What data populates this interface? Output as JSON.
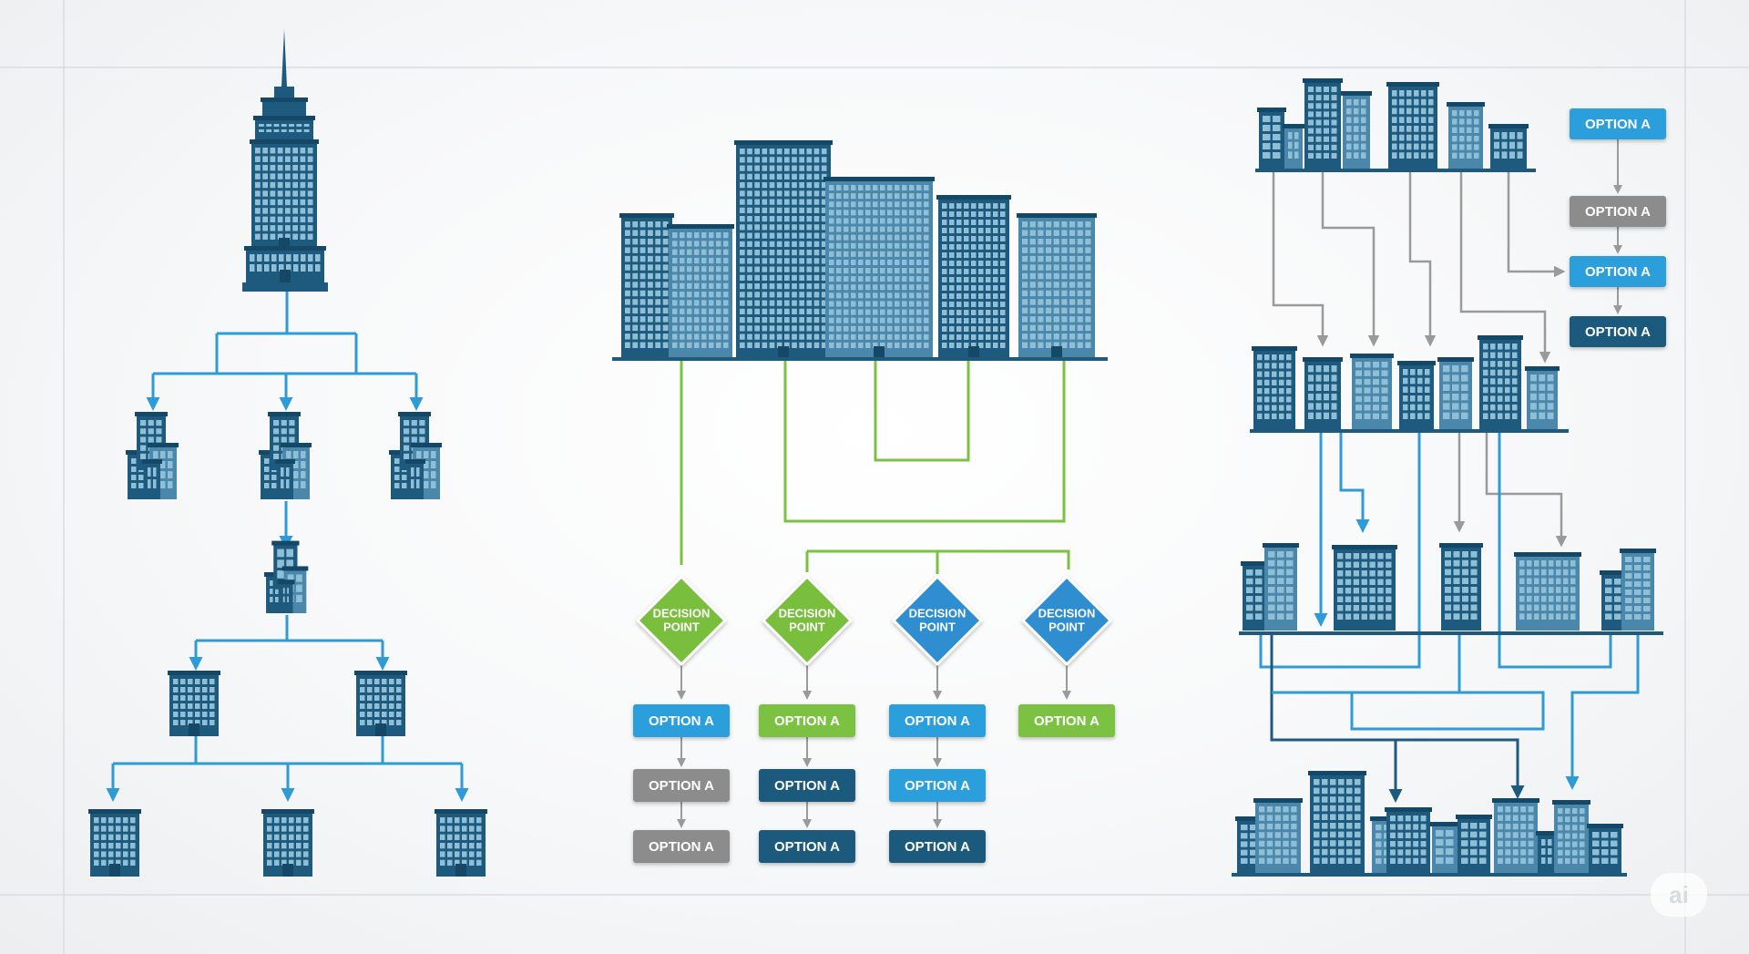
{
  "colors": {
    "navy": "#1d5a7e",
    "navy_dark": "#154766",
    "building_light": "#4b87aa",
    "window": "#8fbfd6",
    "blue_line": "#2f9bd6",
    "green_line": "#7cc242",
    "grey_line": "#9a9a9a",
    "option_blue": "#2b9fdc",
    "option_grey": "#8c8c8c",
    "option_green": "#7cc242",
    "option_navy": "#1b5a7d",
    "decision_green": "#79bf3d",
    "decision_blue": "#2f8ecf"
  },
  "icons": {
    "buildings": "office-building-icon",
    "skyscraper": "skyscraper-icon"
  },
  "center": {
    "decisions": [
      {
        "label": [
          "DECISION",
          "POINT"
        ],
        "color": "decision_green"
      },
      {
        "label": [
          "DECISION",
          "POINT"
        ],
        "color": "decision_green"
      },
      {
        "label": [
          "DECISION",
          "POINT"
        ],
        "color": "decision_blue"
      },
      {
        "label": [
          "DECISION",
          "POINT"
        ],
        "color": "decision_blue"
      }
    ],
    "option_columns": [
      [
        {
          "label": "OPTION A",
          "color": "option_blue"
        },
        {
          "label": "OPTION A",
          "color": "option_grey"
        },
        {
          "label": "OPTION A",
          "color": "option_grey"
        }
      ],
      [
        {
          "label": "OPTION A",
          "color": "option_green"
        },
        {
          "label": "OPTION A",
          "color": "option_navy"
        },
        {
          "label": "OPTION A",
          "color": "option_navy"
        }
      ],
      [
        {
          "label": "OPTION A",
          "color": "option_blue"
        },
        {
          "label": "OPTION A",
          "color": "option_blue"
        },
        {
          "label": "OPTION A",
          "color": "option_navy"
        }
      ],
      [
        {
          "label": "OPTION A",
          "color": "option_green"
        }
      ]
    ]
  },
  "right": {
    "options": [
      {
        "label": "OPTION A",
        "color": "option_blue"
      },
      {
        "label": "OPTION A",
        "color": "option_grey"
      },
      {
        "label": "OPTION A",
        "color": "option_blue"
      },
      {
        "label": "OPTION A",
        "color": "option_navy"
      }
    ]
  },
  "watermark": "ai"
}
